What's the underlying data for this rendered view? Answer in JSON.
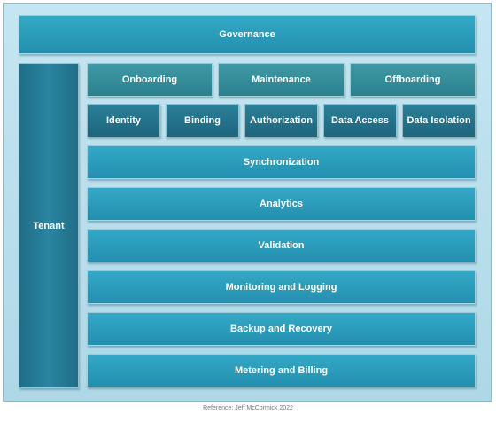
{
  "diagram": {
    "governance": "Governance",
    "tenant": "Tenant",
    "lifecycle": [
      "Onboarding",
      "Maintenance",
      "Offboarding"
    ],
    "security": [
      "Identity",
      "Binding",
      "Authorization",
      "Data Access",
      "Data Isolation"
    ],
    "services": [
      "Synchronization",
      "Analytics",
      "Validation",
      "Monitoring and Logging",
      "Backup and Recovery",
      "Metering and Billing"
    ]
  },
  "reference": "Reference: Jeff McCormick 2022",
  "colors": {
    "frame": "#bfe3ef",
    "bright_teal": "#2a9dbb",
    "mid_teal": "#35909c",
    "dark_teal": "#23738b"
  }
}
